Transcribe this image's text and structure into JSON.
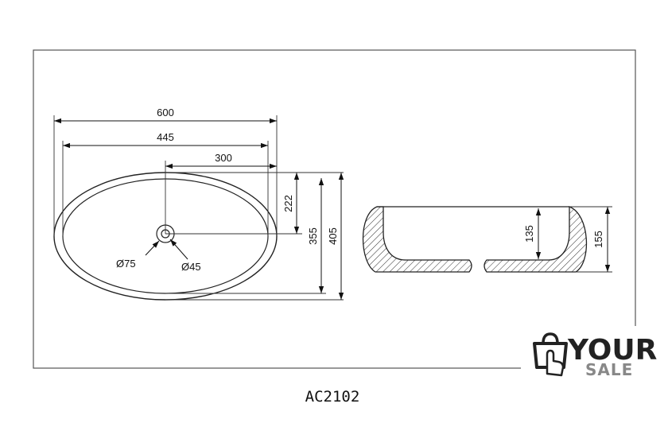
{
  "model": "AC2102",
  "brand": {
    "line1": "YOUR",
    "line2": "SALE"
  },
  "top_view": {
    "width_overall": "600",
    "width_inner": "445",
    "drain_offset": "300",
    "drain_to_inner_edge": "222",
    "depth_inner": "355",
    "depth_overall": "405",
    "drain_outer_diameter": "Ø75",
    "drain_inner_diameter": "Ø45"
  },
  "side_view": {
    "inner_height": "135",
    "outer_height": "155"
  }
}
